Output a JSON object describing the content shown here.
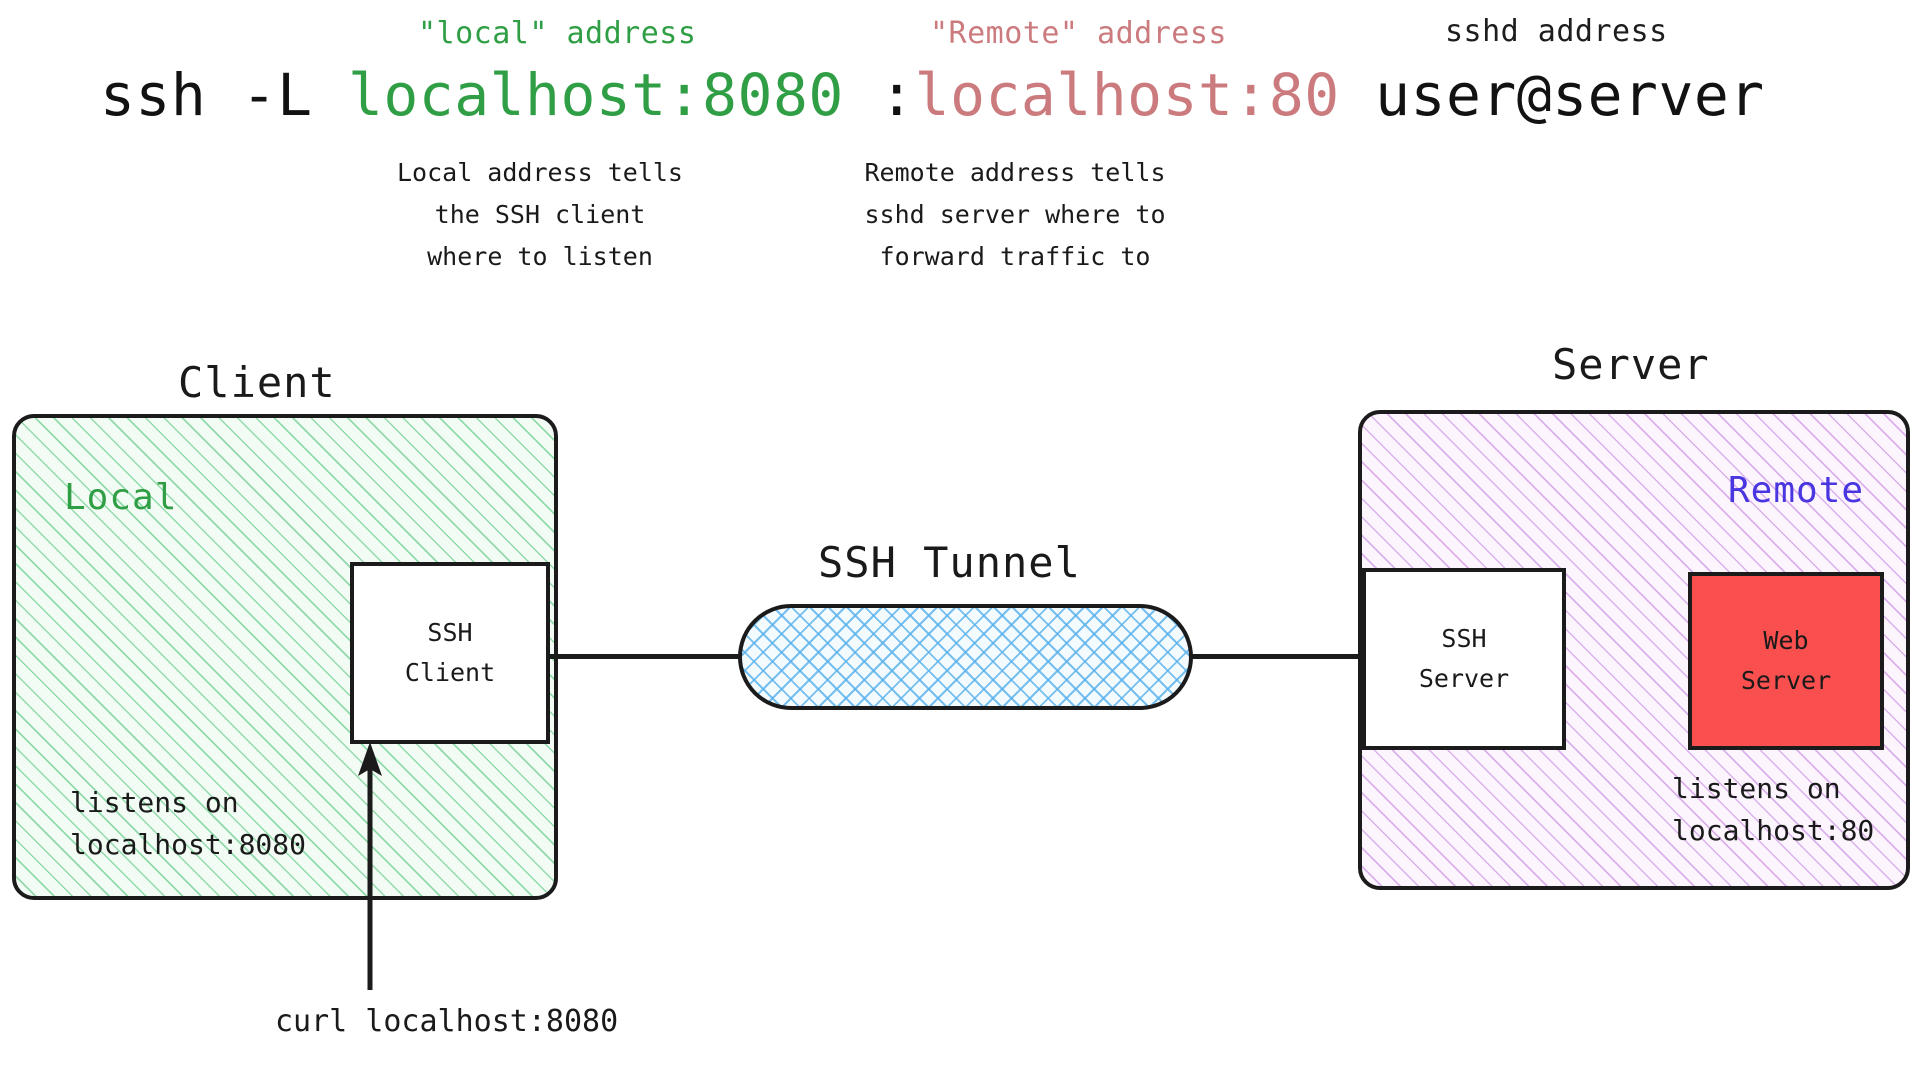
{
  "header": {
    "captions": [
      {
        "id": "local-address-caption",
        "text": "\"local\" address",
        "color": "#2f9e44"
      },
      {
        "id": "remote-address-caption",
        "text": "\"Remote\" address",
        "color": "#cb7b7e"
      },
      {
        "id": "sshd-address-caption",
        "text": "sshd address",
        "color": "#1d1d1d"
      }
    ],
    "command": {
      "full": "ssh -L localhost:8080 :localhost:80 user@server",
      "tokens": [
        {
          "text": "ssh -L ",
          "color": "#121212"
        },
        {
          "text": "localhost:8080",
          "color": "#2f9e44"
        },
        {
          "text": " :",
          "color": "#121212"
        },
        {
          "text": "localhost:80",
          "color": "#cb7b7e"
        },
        {
          "text": " user@server",
          "color": "#121212"
        }
      ]
    },
    "notes": {
      "local": "Local address tells\nthe SSH client\nwhere to listen",
      "remote": "Remote address tells\nsshd server where to\nforward traffic to"
    }
  },
  "diagram": {
    "client_zone": {
      "title": "Client",
      "tag": "Local",
      "tag_color": "#2f9e44",
      "hatch_color": "#40c06e",
      "fill": "#f3fbf5",
      "node": {
        "line1": "SSH",
        "line2": "Client"
      },
      "listen_note": "listens on\nlocalhost:8080"
    },
    "tunnel": {
      "title": "SSH Tunnel",
      "hatch_color": "#58b0eb",
      "fill": "#f4fbff"
    },
    "server_zone": {
      "title": "Server",
      "tag": "Remote",
      "tag_color": "#4a36e0",
      "hatch_color": "#b25cd6",
      "fill": "#fcf5fd",
      "ssh_node": {
        "line1": "SSH",
        "line2": "Server"
      },
      "web_node": {
        "line1": "Web",
        "line2": "Server",
        "fill": "#f9504f"
      },
      "listen_note": "listens on\nlocalhost:80"
    },
    "curl": {
      "label": "curl localhost:8080",
      "arrow_direction": "up"
    }
  }
}
